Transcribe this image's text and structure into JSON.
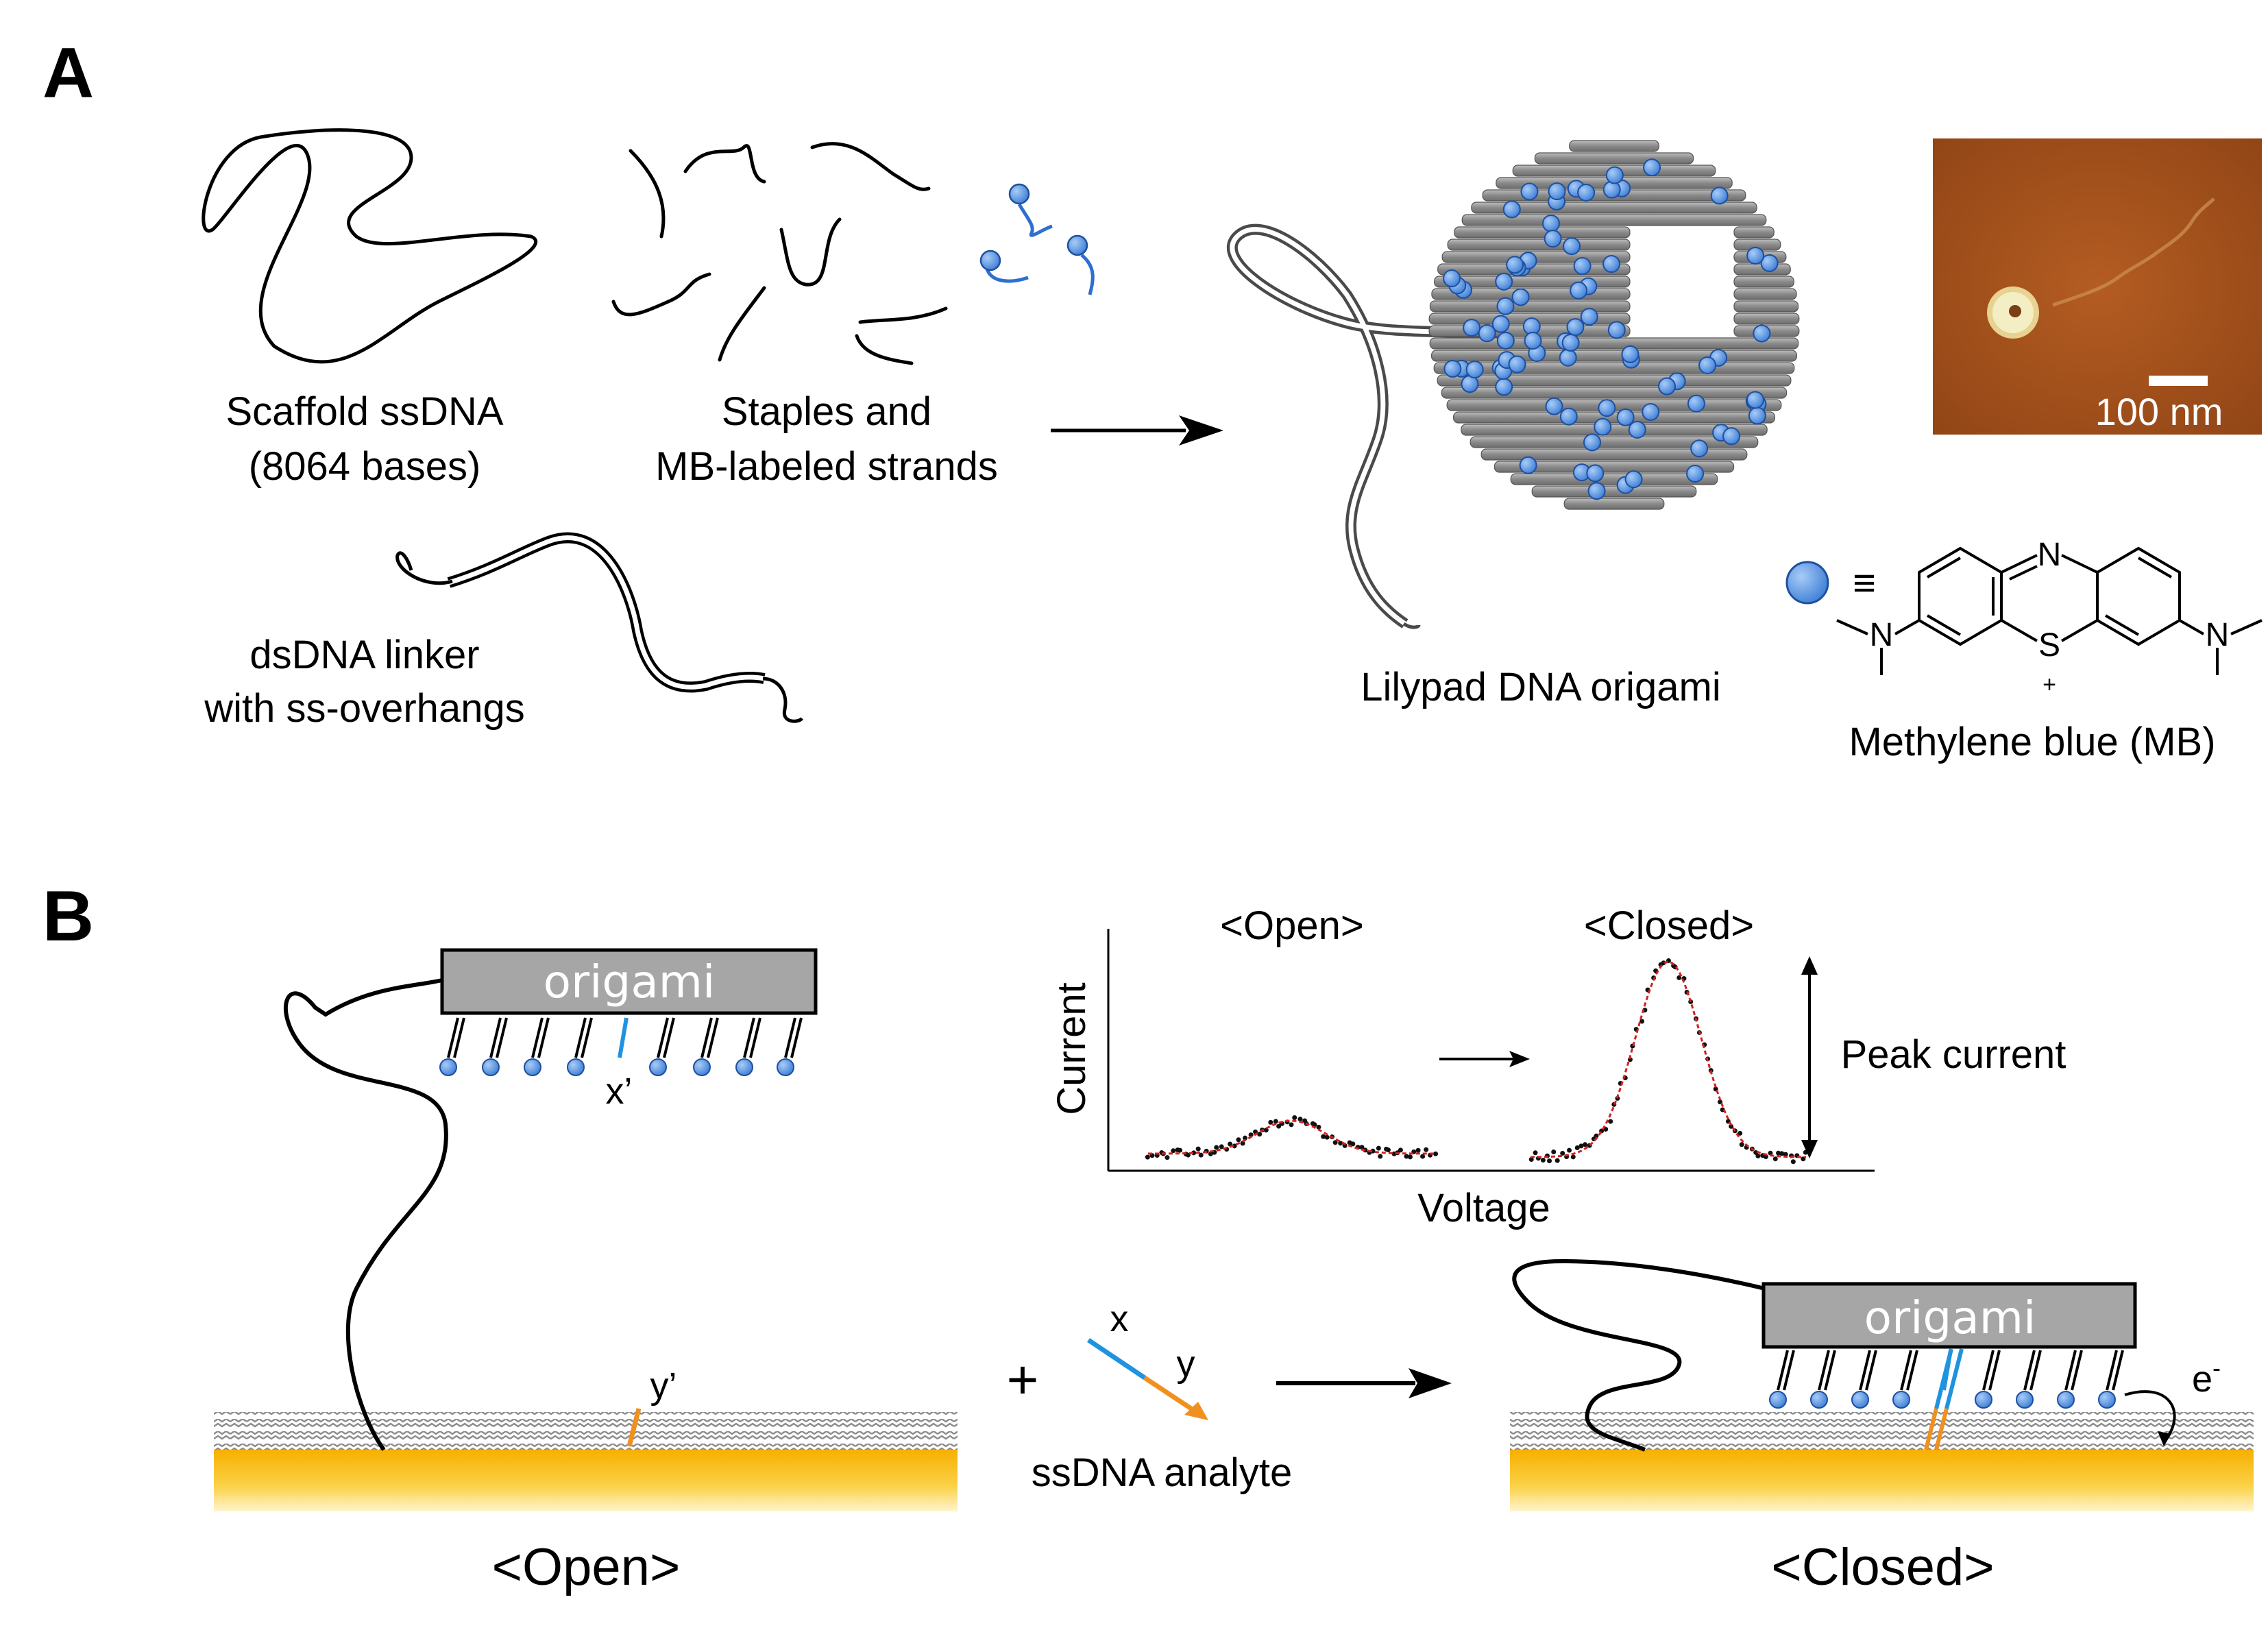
{
  "panelA": {
    "label": "A",
    "scaffold_line1": "Scaffold ssDNA",
    "scaffold_line2": "(8064 bases)",
    "staples_line1": "Staples and",
    "staples_line2": "MB-labeled strands",
    "linker_line1": "dsDNA linker",
    "linker_line2": "with ss-overhangs",
    "lilypad_label": "Lilypad DNA origami",
    "scalebar_label": "100 nm",
    "mb_label": "Methylene blue (MB)",
    "mb_equiv_symbol": "≡",
    "mb_atom_n": "N",
    "mb_atom_s": "S",
    "mb_plus": "+"
  },
  "panelB": {
    "label": "B",
    "origami_text": "origami",
    "xprime": "x’",
    "yprime": "y’",
    "x": "x",
    "y": "y",
    "plus": "+",
    "analyte_label": "ssDNA analyte",
    "electron": "e",
    "electron_sup": "-",
    "open_label": "<Open>",
    "closed_label": "<Closed>"
  },
  "chart": {
    "open_title": "<Open>",
    "closed_title": "<Closed>",
    "ylabel": "Current",
    "xlabel": "Voltage",
    "peak_label": "Peak current"
  },
  "colors": {
    "mb_blue": "#5b9bea",
    "origami_gray": "#a6a6a6",
    "gold": "#f7b500",
    "strand_blue": "#1f93e0",
    "strand_orange": "#f0901e",
    "afm_brown": "#a8541c",
    "curve_red": "#d42020"
  }
}
